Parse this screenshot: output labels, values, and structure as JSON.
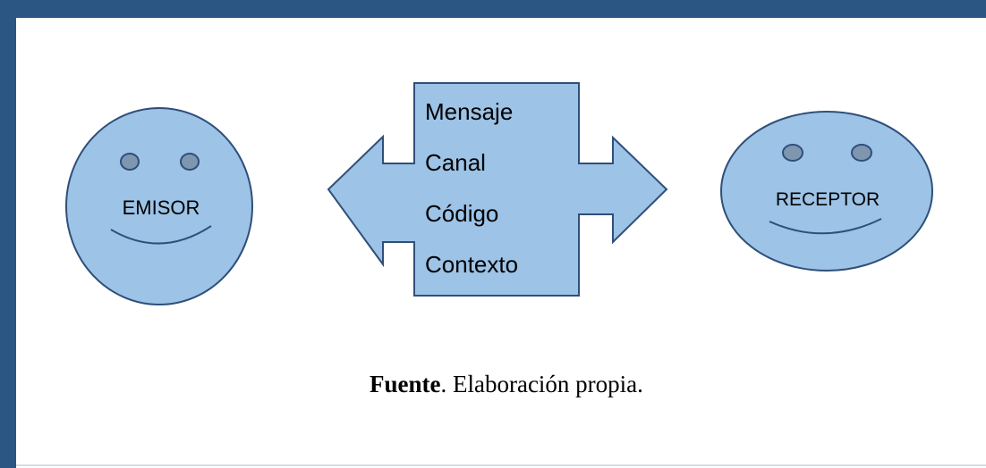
{
  "diagram": {
    "sender": {
      "label": "EMISOR"
    },
    "receiver": {
      "label": "RECEPTOR"
    },
    "message_box": {
      "items": [
        "Mensaje",
        "Canal",
        "Código",
        "Contexto"
      ]
    }
  },
  "caption": {
    "bold": "Fuente",
    "rest": ". Elaboración propia."
  },
  "colors": {
    "frame": "#2b5583",
    "fill": "#9dc3e6",
    "stroke": "#2f4f7a",
    "eye": "#7f96b0"
  }
}
